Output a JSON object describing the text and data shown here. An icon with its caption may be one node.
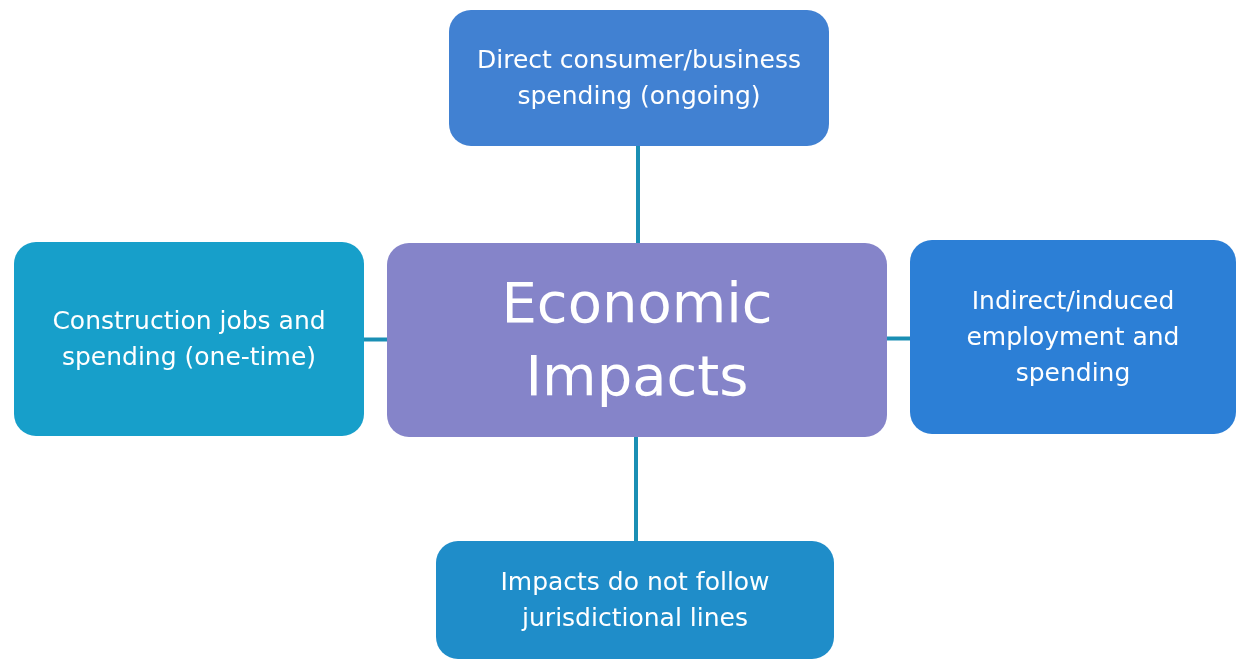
{
  "diagram": {
    "nodes": [
      {
        "text": [
          "Direct consumer/business spending (ongoing)"
        ]
      },
      {
        "text": [
          "Construction jobs and spending (one-time)"
        ]
      },
      {
        "text": [
          "Economic Impacts"
        ]
      },
      {
        "text": [
          "Indirect/induced employment and spending"
        ]
      },
      {
        "text": [
          "Impacts do not follow jurisdictional lines"
        ]
      }
    ],
    "edges": [
      {
        "from": 2,
        "to": 0,
        "arrow": "none"
      },
      {
        "from": 2,
        "to": 1,
        "arrow": "none"
      },
      {
        "from": 2,
        "to": 3,
        "arrow": "none"
      },
      {
        "from": 2,
        "to": 4,
        "arrow": "none"
      }
    ]
  }
}
